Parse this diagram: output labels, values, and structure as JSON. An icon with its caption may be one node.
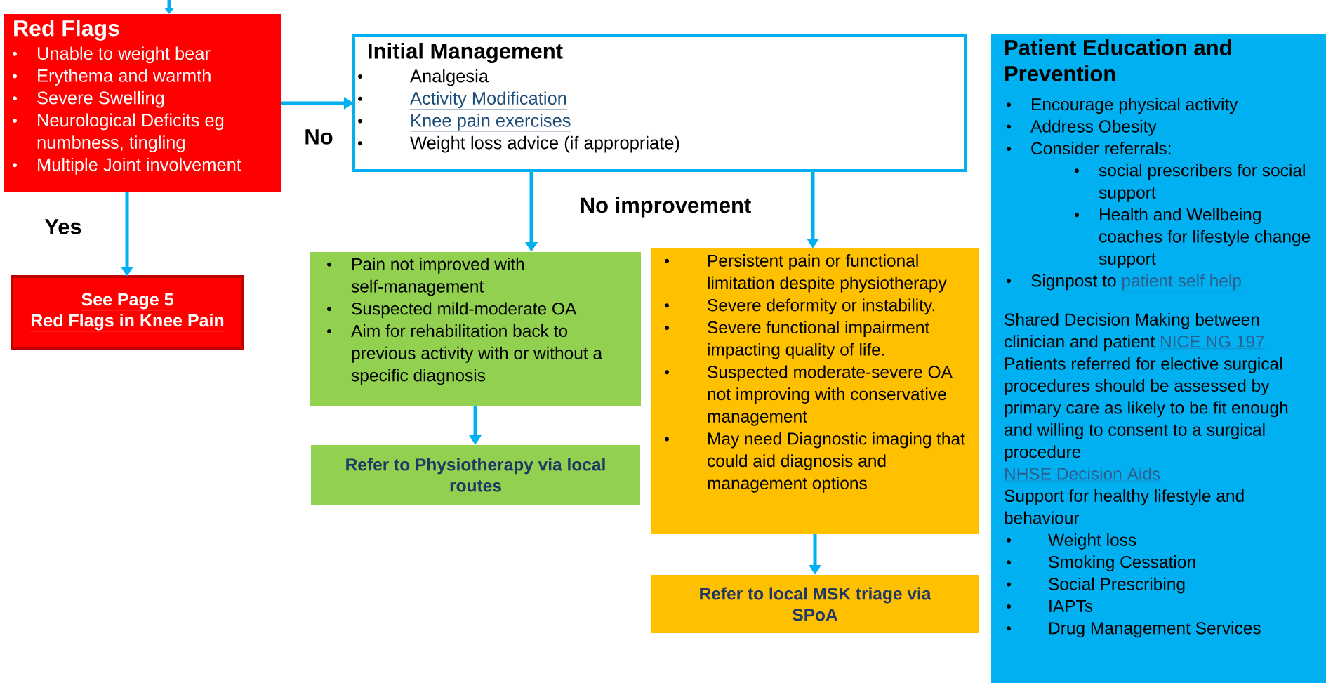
{
  "diagram": {
    "nodes": [
      {
        "text": [
          "Red Flags",
          "Unable to weight bear",
          "Erythema and warmth",
          "Severe Swelling",
          "Neurological Deficits eg numbness, tingling",
          "Multiple Joint involvement"
        ]
      },
      {
        "text": [
          "Initial Management",
          "Analgesia",
          "Activity Modification",
          "Knee pain exercises",
          "Weight loss advice (if appropriate)"
        ]
      },
      {
        "text": [
          "Patient Education and Prevention",
          "Encourage physical activity",
          "Address Obesity",
          "Consider referrals:",
          "social prescribers for social support",
          "Health and Wellbeing coaches for lifestyle change support",
          "Signpost to",
          "patient self help",
          "Shared Decision Making between clinician and patient",
          "NICE NG 197",
          "Patients referred for elective surgical procedures should be assessed by primary care as likely to be fit enough and willing to consent to a surgical procedure",
          "NHSE Decision Aids",
          "Support for healthy lifestyle and behaviour",
          "Weight loss",
          "Smoking Cessation",
          "Social Prescribing",
          "IAPTs",
          "Drug Management Services"
        ]
      },
      {
        "text": [
          "See Page 5",
          "Red Flags in Knee Pain"
        ]
      },
      {
        "text": [
          "Pain not improved with self-management",
          "Suspected mild-moderate OA",
          "Aim for rehabilitation back to previous activity with or without a specific diagnosis"
        ]
      },
      {
        "text": [
          "Persistent pain or functional limitation despite physiotherapy",
          "Severe deformity or instability.",
          "Severe functional impairment impacting quality of life.",
          "Suspected moderate-severe OA not improving with conservative management",
          "May need  Diagnostic imaging that could aid diagnosis and management options"
        ]
      },
      {
        "text": [
          "Refer to Physiotherapy via local routes"
        ]
      },
      {
        "text": [
          "Refer to local MSK triage via SPoA"
        ]
      }
    ],
    "edges": [
      {
        "from": null,
        "to": 0,
        "arrow": "to"
      },
      {
        "from": 0,
        "to": 1,
        "arrow": "to",
        "label": "No"
      },
      {
        "from": 0,
        "to": 3,
        "arrow": "to",
        "label": "Yes"
      },
      {
        "from": 1,
        "to": 4,
        "arrow": "to"
      },
      {
        "from": 1,
        "to": 5,
        "arrow": "to"
      },
      {
        "from": 4,
        "to": 6,
        "arrow": "to"
      },
      {
        "from": 5,
        "to": 7,
        "arrow": "to"
      }
    ],
    "labels": [
      "No improvement"
    ]
  }
}
